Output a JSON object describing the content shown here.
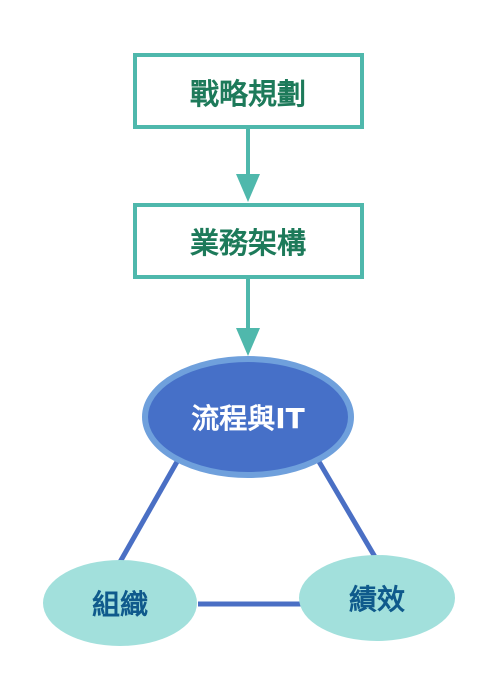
{
  "nodes": {
    "strategy": {
      "label": "戰略規劃"
    },
    "architecture": {
      "label": "業務架構"
    },
    "process_it": {
      "label": "流程與IT"
    },
    "organization": {
      "label": "組織"
    },
    "performance": {
      "label": "績效"
    }
  },
  "colors": {
    "box_border": "#4fb8ac",
    "box_text": "#1d7a5a",
    "arrow": "#4fb8ac",
    "center_fill": "#4670c8",
    "center_border": "#6fa0dc",
    "center_text": "#ffffff",
    "side_fill": "#a2e0dc",
    "side_text": "#0f5a8c",
    "connector": "#4a6fc4"
  }
}
